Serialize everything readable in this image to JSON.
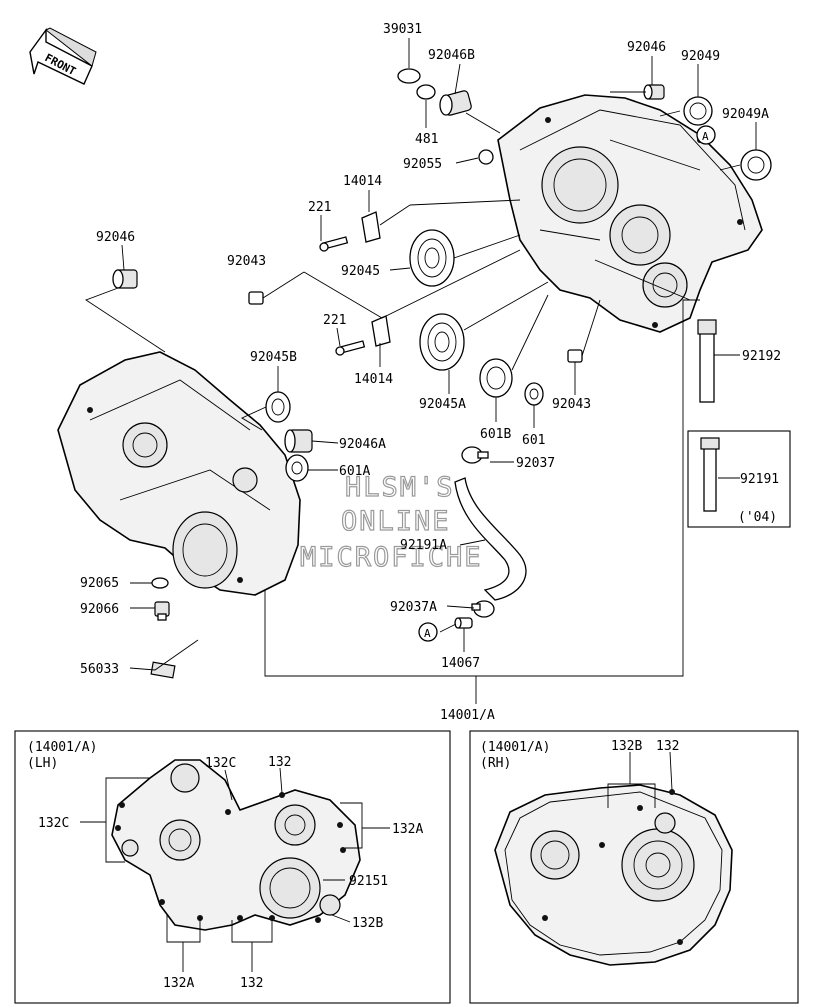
{
  "front_arrow": {
    "label": "FRONT"
  },
  "parts": {
    "p39031": "39031",
    "p92046B": "92046B",
    "p481": "481",
    "p92055": "92055",
    "p92046_top": "92046",
    "p92049": "92049",
    "p92049A": "92049A",
    "p14014_a": "14014",
    "p221_a": "221",
    "p92046_left": "92046",
    "p92043_a": "92043",
    "p92045": "92045",
    "p221_b": "221",
    "p14014_b": "14014",
    "p92045B": "92045B",
    "p92045A": "92045A",
    "p92043_b": "92043",
    "p601B": "601B",
    "p601": "601",
    "p92192": "92192",
    "p92046A": "92046A",
    "p601A": "601A",
    "p92037": "92037",
    "p92191": "92191",
    "p04": "('04)",
    "p92191A": "92191A",
    "p92065": "92065",
    "p92066": "92066",
    "p92037A": "92037A",
    "p14067": "14067",
    "p56033": "56033",
    "p14001A": "14001/A",
    "callout_A1": "A",
    "callout_A2": "A"
  },
  "watermark": {
    "line1": "HLSM'S",
    "line2": "ONLINE",
    "line3": "MICROFICHE"
  },
  "inset_lh": {
    "title": "(14001/A)",
    "subtitle": "(LH)",
    "l132C_top": "132C",
    "l132_top": "132",
    "l132C_left": "132C",
    "l132A_right": "132A",
    "l92151": "92151",
    "l132B": "132B",
    "l132A_bottom": "132A",
    "l132_bottom": "132"
  },
  "inset_rh": {
    "title": "(14001/A)",
    "subtitle": "(RH)",
    "l132B": "132B",
    "l132": "132"
  }
}
